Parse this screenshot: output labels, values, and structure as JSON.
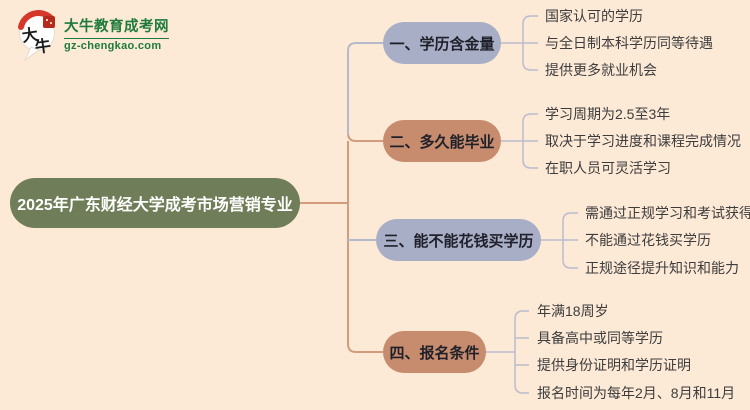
{
  "logo": {
    "site_name": "大牛教育成考网",
    "site_url": "gz-chengkao.com",
    "bubble_char_top": "大",
    "bubble_char_bottom": "牛",
    "brand_green": "#1e7b3c",
    "brand_red": "#d6372b"
  },
  "root": {
    "title": "2025年广东财经大学成考市场营销专业",
    "fill": "#6f7d58",
    "text_color": "#ffffff"
  },
  "branches": [
    {
      "label": "一、学历含金量",
      "fill": "#a9aec7",
      "leaves": [
        "国家认可的学历",
        "与全日制本科学历同等待遇",
        "提供更多就业机会"
      ]
    },
    {
      "label": "二、多久能毕业",
      "fill": "#c78c6e",
      "leaves": [
        "学习周期为2.5至3年",
        "取决于学习进度和课程完成情况",
        "在职人员可灵活学习"
      ]
    },
    {
      "label": "三、能不能花钱买学历",
      "fill": "#a9aec7",
      "leaves": [
        "需通过正规学习和考试获得",
        "不能通过花钱买学历",
        "正规途径提升知识和能力"
      ]
    },
    {
      "label": "四、报名条件",
      "fill": "#c78c6e",
      "leaves": [
        "年满18周岁",
        "具备高中或同等学历",
        "提供身份证明和学历证明",
        "报名时间为每年2月、8月和11月"
      ]
    }
  ],
  "colors": {
    "background": "#fce9d6",
    "trunk_line": "#d39c7e",
    "branch_line_lavender": "#b6b9cc",
    "leaf_line": "#b9bccd",
    "leaf_text": "#3d3d3d",
    "node_text": "#1f2029"
  }
}
